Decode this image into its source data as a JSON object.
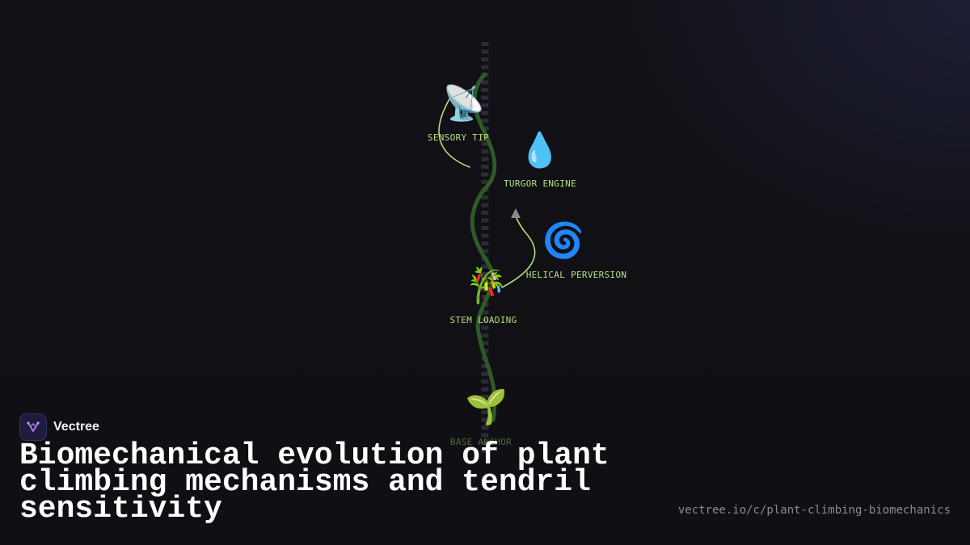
{
  "brand": {
    "name": "Vectree",
    "logo_icon": "vectree-logo-icon",
    "accent": "#a97be8"
  },
  "title": "Biomechanical evolution of plant climbing mechanisms and tendril sensitivity",
  "url": "vectree.io/c/plant-climbing-biomechanics",
  "colors": {
    "vine": "#2f5a27",
    "tendril": "#b5e07a",
    "support_pole": "#2c2c33",
    "label": "#b5e07a"
  },
  "diagram": {
    "nodes": [
      {
        "id": "sensory-tip",
        "label": "SENSORY TIP",
        "icon": "satellite-dish-icon",
        "glyph": "📡"
      },
      {
        "id": "turgor-engine",
        "label": "TURGOR ENGINE",
        "icon": "water-droplet-icon",
        "glyph": "💧"
      },
      {
        "id": "helical-perversion",
        "label": "HELICAL PERVERSION",
        "icon": "spiral-icon",
        "glyph": "🌀"
      },
      {
        "id": "stem-loading",
        "label": "STEM LOADING",
        "icon": "bamboo-icon",
        "glyph": "🎋"
      },
      {
        "id": "base-anchor",
        "label": "BASE ANCHOR",
        "icon": "seedling-icon",
        "glyph": "🌱"
      }
    ]
  }
}
